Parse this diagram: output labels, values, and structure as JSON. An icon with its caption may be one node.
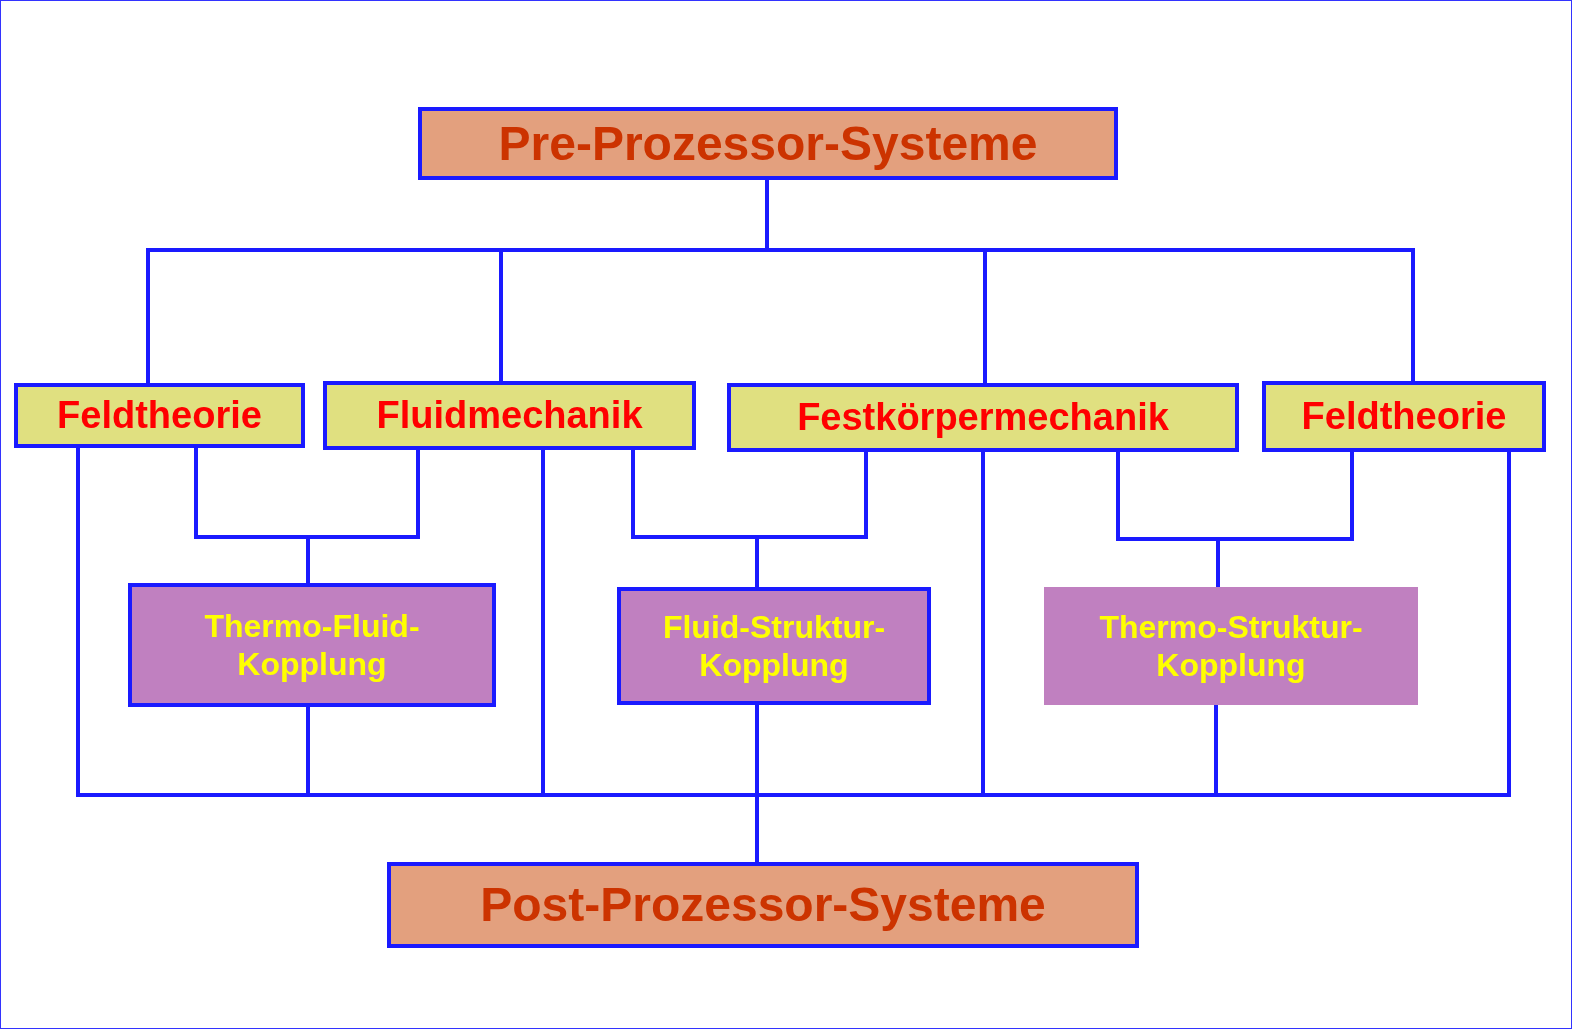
{
  "diagram": {
    "nodes": [
      {
        "text": [
          "Pre-Prozessor-Systeme"
        ]
      },
      {
        "text": [
          "Feldtheorie"
        ]
      },
      {
        "text": [
          "Fluidmechanik"
        ]
      },
      {
        "text": [
          "Festkörpermechanik"
        ]
      },
      {
        "text": [
          "Feldtheorie"
        ]
      },
      {
        "text": [
          "Thermo-Fluid- Kopplung"
        ]
      },
      {
        "text": [
          "Fluid-Struktur- Kopplung"
        ]
      },
      {
        "text": [
          "Thermo-Struktur- Kopplung"
        ]
      },
      {
        "text": [
          "Post-Prozessor-Systeme"
        ]
      }
    ],
    "edges": [
      {
        "from": 0,
        "to": 1,
        "arrow": "none"
      },
      {
        "from": 0,
        "to": 2,
        "arrow": "none"
      },
      {
        "from": 0,
        "to": 3,
        "arrow": "none"
      },
      {
        "from": 0,
        "to": 4,
        "arrow": "none"
      },
      {
        "from": 1,
        "to": 5,
        "arrow": "none"
      },
      {
        "from": 2,
        "to": 5,
        "arrow": "none"
      },
      {
        "from": 2,
        "to": 6,
        "arrow": "none"
      },
      {
        "from": 3,
        "to": 6,
        "arrow": "none"
      },
      {
        "from": 3,
        "to": 7,
        "arrow": "none"
      },
      {
        "from": 4,
        "to": 7,
        "arrow": "none"
      },
      {
        "from": 1,
        "to": 8,
        "arrow": "none"
      },
      {
        "from": 5,
        "to": 8,
        "arrow": "none"
      },
      {
        "from": 2,
        "to": 8,
        "arrow": "none"
      },
      {
        "from": 6,
        "to": 8,
        "arrow": "none"
      },
      {
        "from": 3,
        "to": 8,
        "arrow": "none"
      },
      {
        "from": 7,
        "to": 8,
        "arrow": "none"
      },
      {
        "from": 4,
        "to": 8,
        "arrow": "none"
      }
    ]
  }
}
